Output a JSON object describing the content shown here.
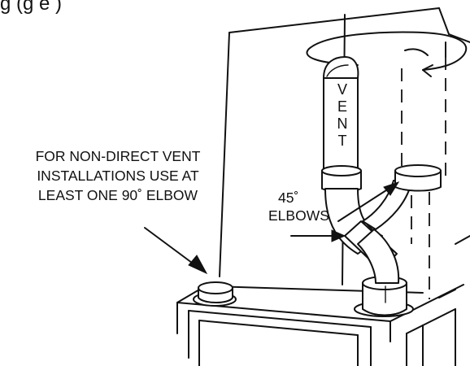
{
  "header_fragment": "g        (g   e  )",
  "note": {
    "line1": "FOR NON-DIRECT VENT",
    "line2": "INSTALLATIONS USE AT",
    "line3": "LEAST ONE 90˚ ELBOW"
  },
  "elbows_label": {
    "angle": "45˚",
    "word": "ELBOWS"
  },
  "vent_label": [
    "V",
    "E",
    "N",
    "T"
  ]
}
